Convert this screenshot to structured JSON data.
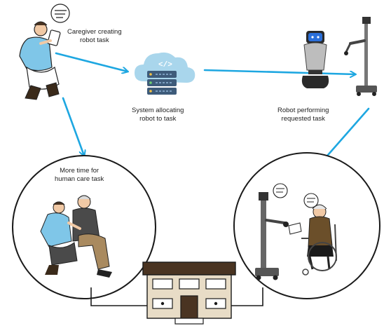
{
  "labels": {
    "caregiver_task": [
      "Caregiver creating",
      "robot task"
    ],
    "system_allocating": [
      "System allocating",
      "robot to task"
    ],
    "robot_performing": [
      "Robot performing",
      "requested task"
    ],
    "more_time": [
      "More time for",
      "human care task"
    ]
  },
  "icons": {
    "caregiver": "caregiver-with-tablet-icon",
    "cloud_server": "cloud-server-icon",
    "robot_mobile": "mobile-robot-icon",
    "robot_arm": "robot-arm-on-pole-icon",
    "building": "care-facility-building-icon",
    "speech": "speech-bubble-icon"
  },
  "colors": {
    "arrow": "#1ea7e1",
    "scrubs": "#7fc6e8",
    "cloud": "#a9d6ec",
    "server": "#3e5b7a",
    "building": "#e8dcc6",
    "building_outline": "#3a2a1a"
  }
}
